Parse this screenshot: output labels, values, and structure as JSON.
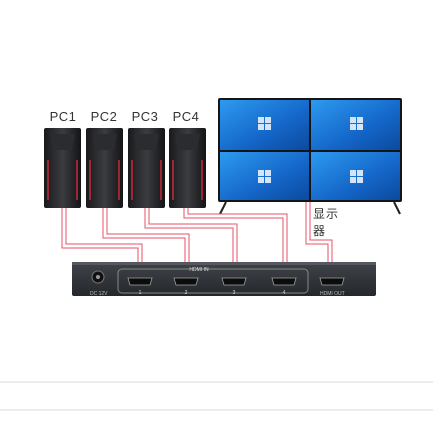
{
  "computers": [
    {
      "label": "PC1"
    },
    {
      "label": "PC2"
    },
    {
      "label": "PC3"
    },
    {
      "label": "PC4"
    }
  ],
  "monitor": {
    "label": "显示器",
    "quadrants": 4
  },
  "switch_box": {
    "ports_title": "HDMI IN",
    "port_numbers": [
      "1",
      "2",
      "3",
      "4"
    ],
    "power_label": "DC 12V",
    "output_label": "HDMI OUT"
  },
  "colors": {
    "cable": "#e8506a",
    "switch_body": "#2d3035",
    "monitor_frame": "#151515",
    "screen_blue": "#1a6fd0",
    "pc_accent": "#c8283c"
  }
}
